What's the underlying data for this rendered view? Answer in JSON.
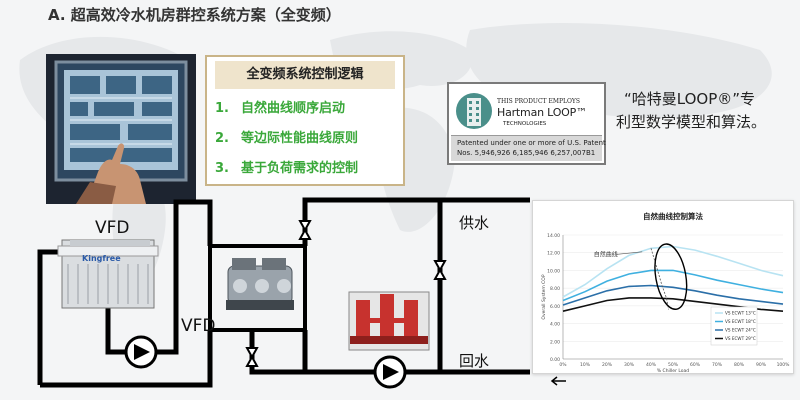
{
  "title": "A. 超高效冷水机房群控系统方案（全变频）",
  "logic_box": {
    "title": "全变频系统控制逻辑",
    "items": [
      {
        "num": "1.",
        "text": "自然曲线顺序启动"
      },
      {
        "num": "2.",
        "text": "等边际性能曲线原则"
      },
      {
        "num": "3.",
        "text": "基于负荷需求的控制"
      }
    ]
  },
  "loop_logo": {
    "line1": "THIS PRODUCT EMPLOYS",
    "line2": "Hartman LOOP™",
    "line3": "TECHNOLOGIES",
    "patent_line1": "Patented under one or more of U.S. Patent",
    "patent_line2": "Nos. 5,946,926  6,185,946  6,257,007B1"
  },
  "patent_text": {
    "line1": "“哈特曼LOOP®”专",
    "line2": "利型数学模型和算法。"
  },
  "labels": {
    "vfd_1": "VFD",
    "vfd_2": "VFD",
    "supply": "供水",
    "return": "回水",
    "tower_brand": "Kingfree"
  },
  "colors": {
    "logic_text": "#3aa83a",
    "pipe": "#000000"
  },
  "chart_data": {
    "type": "line",
    "title": "自然曲线控制算法",
    "xlabel": "% Chiller Load",
    "ylabel": "Overall System COP",
    "x": [
      0,
      10,
      20,
      30,
      40,
      50,
      60,
      70,
      80,
      90,
      100
    ],
    "xtick_labels": [
      "0%",
      "10%",
      "20%",
      "30%",
      "40%",
      "50%",
      "60%",
      "70%",
      "80%",
      "90%",
      "100%"
    ],
    "ylim": [
      0,
      14
    ],
    "ytick_labels": [
      "0.00",
      "2.00",
      "4.00",
      "6.00",
      "8.00",
      "10.00",
      "12.00",
      "14.00"
    ],
    "annotation": "自然曲线",
    "series": [
      {
        "name": "VS ECWT 13°C",
        "color": "#b8e3f2",
        "values": [
          7.0,
          8.4,
          10.2,
          11.7,
          12.5,
          12.7,
          12.3,
          11.6,
          10.8,
          10.0,
          9.4
        ]
      },
      {
        "name": "VS ECWT 18°C",
        "color": "#3fb0e0",
        "values": [
          6.6,
          7.6,
          8.8,
          9.6,
          10.0,
          10.0,
          9.5,
          8.9,
          8.4,
          7.9,
          7.5
        ]
      },
      {
        "name": "VS ECWT 24°C",
        "color": "#2b6fa8",
        "values": [
          6.1,
          6.9,
          7.7,
          8.2,
          8.3,
          8.1,
          7.7,
          7.2,
          6.8,
          6.5,
          6.2
        ]
      },
      {
        "name": "VS ECWT 29°C",
        "color": "#111111",
        "values": [
          5.4,
          6.0,
          6.6,
          6.9,
          6.9,
          6.8,
          6.5,
          6.2,
          5.9,
          5.6,
          5.4
        ]
      }
    ]
  }
}
